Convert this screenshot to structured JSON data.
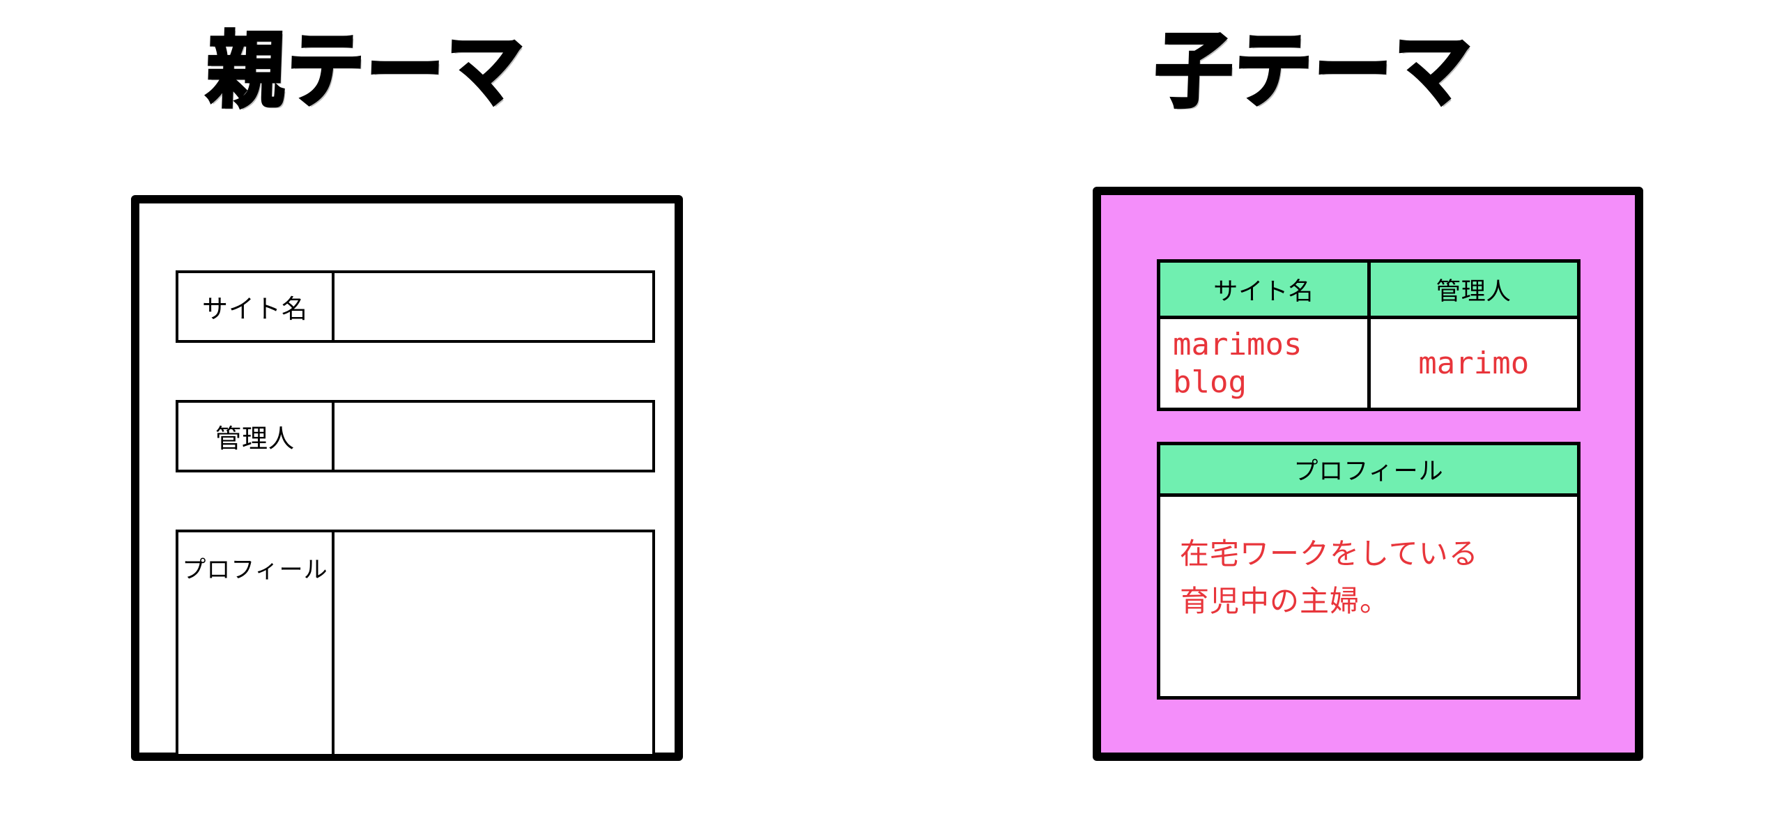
{
  "colors": {
    "background": "#ffffff",
    "border": "#000000",
    "child_panel_fill": "#F48EFA",
    "header_green": "#70EFB0",
    "value_red": "#E8353B"
  },
  "parent_theme": {
    "heading": "親テーマ",
    "rows": [
      {
        "label": "サイト名",
        "value": ""
      },
      {
        "label": "管理人",
        "value": ""
      },
      {
        "label": "プロフィール",
        "value": ""
      }
    ]
  },
  "child_theme": {
    "heading": "子テーマ",
    "info_table": {
      "headers": [
        "サイト名",
        "管理人"
      ],
      "values": [
        "marimos blog",
        "marimo"
      ]
    },
    "profile_table": {
      "header": "プロフィール",
      "lines": [
        "在宅ワークをしている",
        "育児中の主婦。"
      ]
    }
  }
}
